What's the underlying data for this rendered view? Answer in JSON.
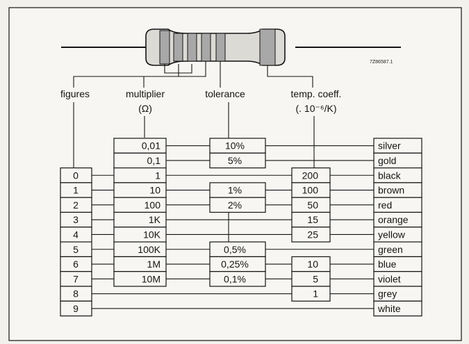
{
  "reference_code": "7Z86587.1",
  "headers": {
    "figures": "figures",
    "multiplier": "multiplier",
    "multiplier_unit": "(Ω)",
    "tolerance": "tolerance",
    "temp_coeff": "temp. coeff.",
    "temp_coeff_unit": "(. 10⁻⁶/K)"
  },
  "rows": [
    {
      "figure": "",
      "multiplier": "0,01",
      "tolerance": "10%",
      "temp_coeff": "",
      "color": "silver"
    },
    {
      "figure": "",
      "multiplier": "0,1",
      "tolerance": "5%",
      "temp_coeff": "",
      "color": "gold"
    },
    {
      "figure": "0",
      "multiplier": "1",
      "tolerance": "",
      "temp_coeff": "200",
      "color": "black"
    },
    {
      "figure": "1",
      "multiplier": "10",
      "tolerance": "1%",
      "temp_coeff": "100",
      "color": "brown"
    },
    {
      "figure": "2",
      "multiplier": "100",
      "tolerance": "2%",
      "temp_coeff": "50",
      "color": "red"
    },
    {
      "figure": "3",
      "multiplier": "1K",
      "tolerance": "",
      "temp_coeff": "15",
      "color": "orange"
    },
    {
      "figure": "4",
      "multiplier": "10K",
      "tolerance": "",
      "temp_coeff": "25",
      "color": "yellow"
    },
    {
      "figure": "5",
      "multiplier": "100K",
      "tolerance": "0,5%",
      "temp_coeff": "",
      "color": "green"
    },
    {
      "figure": "6",
      "multiplier": "1M",
      "tolerance": "0,25%",
      "temp_coeff": "10",
      "color": "blue"
    },
    {
      "figure": "7",
      "multiplier": "10M",
      "tolerance": "0,1%",
      "temp_coeff": "5",
      "color": "violet"
    },
    {
      "figure": "8",
      "multiplier": "",
      "tolerance": "",
      "temp_coeff": "1",
      "color": "grey"
    },
    {
      "figure": "9",
      "multiplier": "",
      "tolerance": "",
      "temp_coeff": "",
      "color": "white"
    }
  ],
  "colors": {
    "ink": "#141414",
    "paper": "#f3f1ec",
    "band_fill": "#a8a8a8"
  }
}
